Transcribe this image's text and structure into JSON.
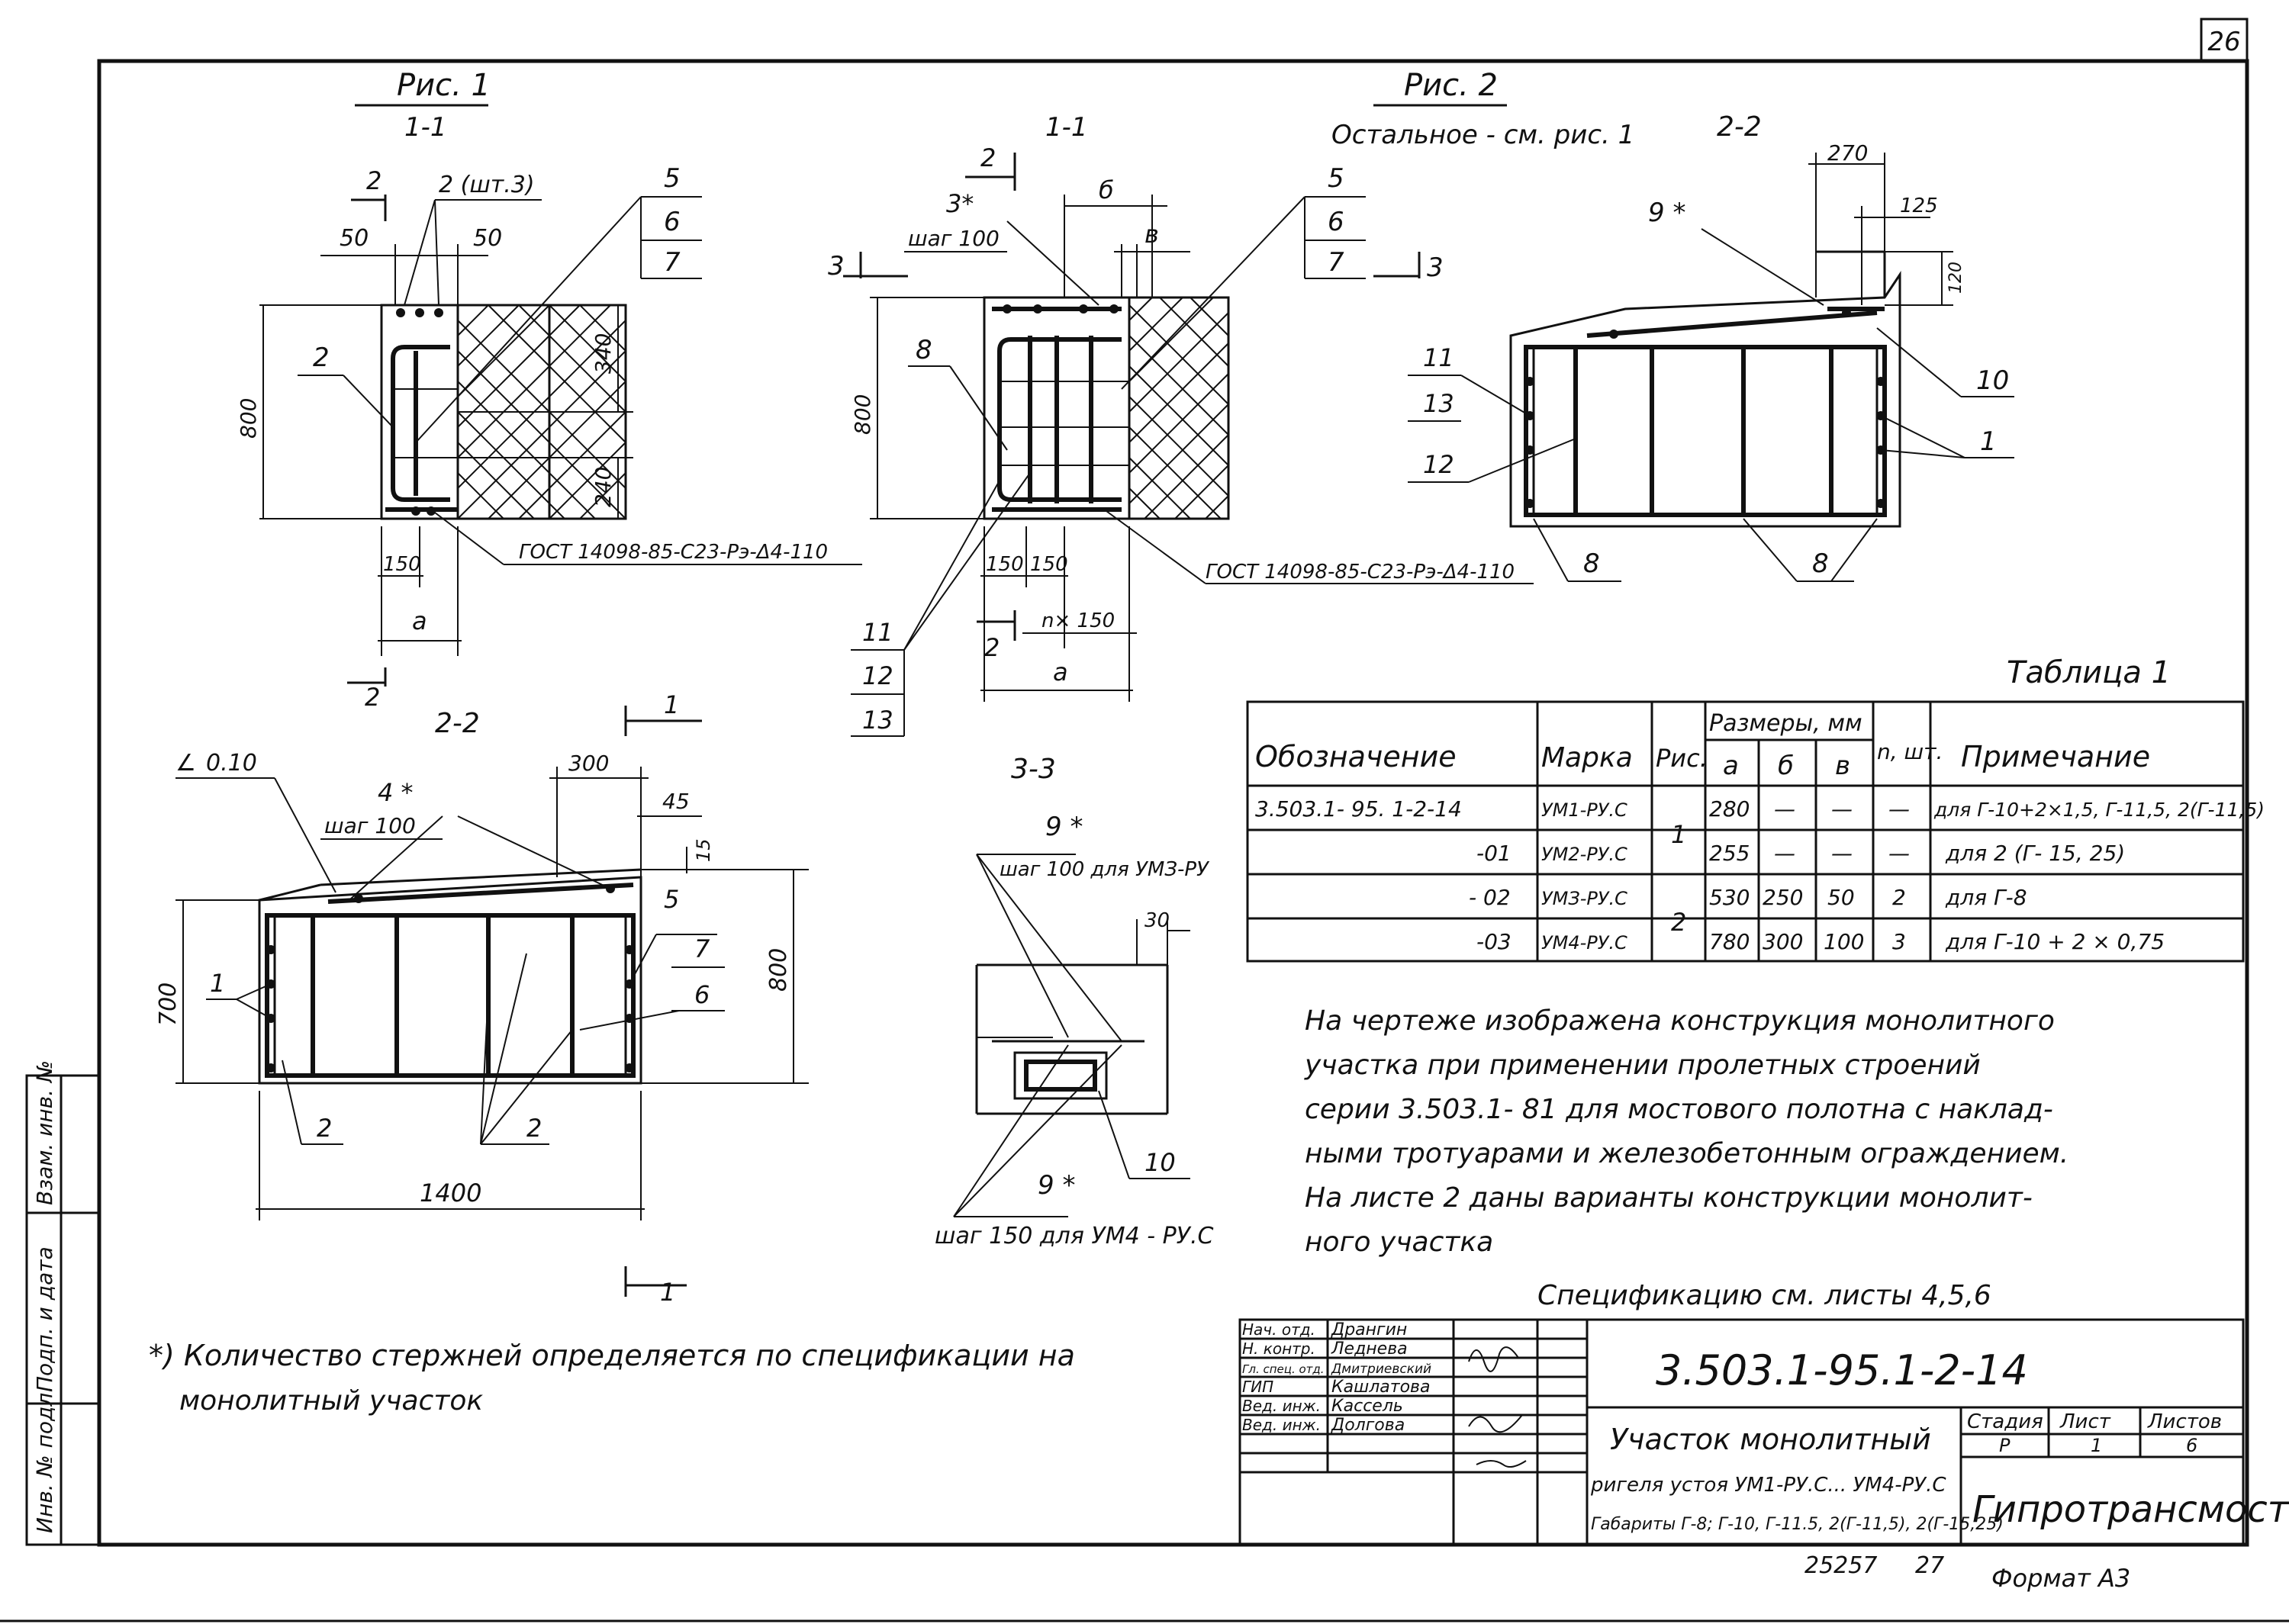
{
  "sheet_number": "26",
  "fig1": {
    "title": "Рис. 1",
    "sec11": "1-1",
    "sec22": "2-2",
    "section_mark": "2",
    "section_mark_one": "1",
    "bars_qty": "2 (шт.3)",
    "dim50": "50",
    "dim800": "800",
    "dim340": "340",
    "dim240": "240",
    "dim150": "150",
    "dim_a": "а",
    "gost": "ГОСТ 14098-85-С23-Рэ-Δ4-110",
    "slope": "0.10",
    "pos4": "4 *",
    "step100": "шаг 100",
    "dim300": "300",
    "dim45": "45",
    "dim15": "15",
    "dim700": "700",
    "dim1400": "1400",
    "labels": [
      "1",
      "2",
      "5",
      "6",
      "7"
    ]
  },
  "fig2": {
    "title": "Рис. 2",
    "rest": "Остальное - см. рис. 1",
    "sec11": "1-1",
    "sec22": "2-2",
    "sec33": "3-3",
    "section_mark_two": "2",
    "section_mark_three": "3",
    "pos3": "3*",
    "step100": "шаг 100",
    "dim_b": "б",
    "dim_v": "в",
    "dim800": "800",
    "dim150": "150",
    "dim_nx150": "n× 150",
    "dim_a": "а",
    "gost": "ГОСТ 14098-85-С23-Рэ-Δ4-110",
    "pos9": "9 *",
    "dim270": "270",
    "dim125": "125",
    "dim120": "120",
    "step100_um3": "шаг 100 для УМЗ-РУ",
    "step150_um4": "шаг 150 для УМ4 - РУ.С",
    "dim30": "30",
    "labels": [
      "1",
      "5",
      "6",
      "7",
      "8",
      "10",
      "11",
      "12",
      "13"
    ]
  },
  "table1": {
    "title": "Таблица 1",
    "headers": {
      "designation": "Обозначение",
      "mark": "Марка",
      "fig": "Рис.",
      "sizes": "Размеры, мм",
      "a": "а",
      "b": "б",
      "v": "в",
      "n": "n, шт.",
      "note": "Примечание"
    },
    "rows": [
      {
        "designation": "3.503.1- 95. 1-2-14",
        "mark": "УМ1-РУ.С",
        "a": "280",
        "b": "—",
        "v": "—",
        "n": "—",
        "note": "для Г-10+2×1,5, Г-11,5, 2(Г-11,5)"
      },
      {
        "designation": "-01",
        "mark": "УМ2-РУ.С",
        "a": "255",
        "b": "—",
        "v": "—",
        "n": "—",
        "note": "для 2 (Г- 15, 25)"
      },
      {
        "designation": "- 02",
        "mark": "УМЗ-РУ.С",
        "a": "530",
        "b": "250",
        "v": "50",
        "n": "2",
        "note": "для Г-8"
      },
      {
        "designation": "-03",
        "mark": "УМ4-РУ.С",
        "a": "780",
        "b": "300",
        "v": "100",
        "n": "3",
        "note": "для Г-10 + 2 × 0,75"
      }
    ],
    "fig_groups": [
      "1",
      "2"
    ]
  },
  "notes": [
    "На чертеже изображена конструкция монолитного",
    "участка при применении пролетных строений",
    "серии 3.503.1- 81 для мостового полотна с наклад-",
    "ными тротуарами и железобетонным ограждением.",
    "На листе 2 даны варианты конструкции монолит-",
    "ного участка"
  ],
  "spec_ref": "Спецификацию см. листы 4,5,6",
  "footnote": [
    "*) Количество стержней определяется по спецификации на",
    "монолитный участок"
  ],
  "side_stamp": [
    "Инв. № подл.",
    "Подп. и дата",
    "Взам. инв. №"
  ],
  "title_block": {
    "code": "3.503.1-95.1-2-14",
    "roles": [
      {
        "role": "Нач. отд.",
        "name": "Дрангин"
      },
      {
        "role": "Н. контр.",
        "name": "Леднева"
      },
      {
        "role": "Гл. спец. отд.",
        "name": "Дмитриевский"
      },
      {
        "role": "ГИП",
        "name": "Кашлатова"
      },
      {
        "role": "Вед. инж.",
        "name": "Кассель"
      },
      {
        "role": "Вед. инж.",
        "name": "Долгова"
      }
    ],
    "name_lines": [
      "Участок монолитный",
      "ригеля устоя УМ1-РУ.С... УМ4-РУ.С",
      "Габариты Г-8; Г-10, Г-11.5, 2(Г-11,5), 2(Г-15,25)"
    ],
    "stage_label": "Стадия",
    "sheet_label": "Лист",
    "sheets_label": "Листов",
    "stage": "Р",
    "sheet": "1",
    "sheets": "6",
    "org": "Гипротрансмост",
    "inv": "25257",
    "copy": "27",
    "format": "Формат А3"
  }
}
